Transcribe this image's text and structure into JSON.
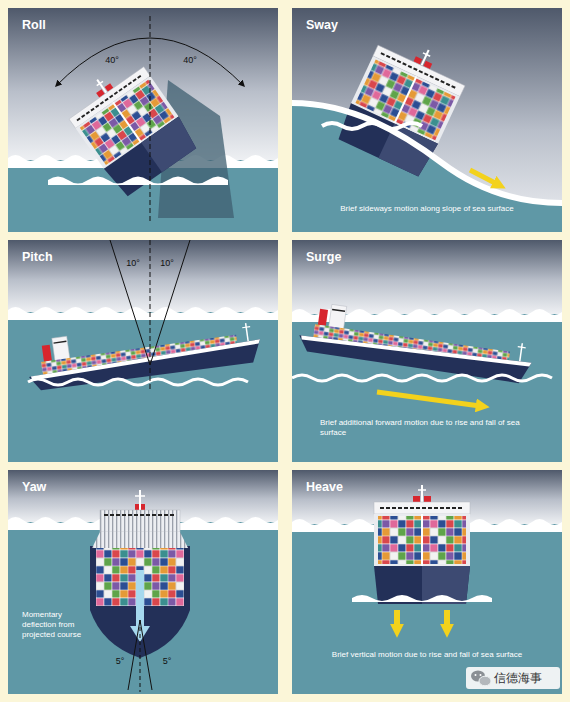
{
  "diagram": {
    "nodes": [
      {
        "text": [
          "Roll"
        ]
      },
      {
        "text": [
          "Sway",
          "Brief sideways motion along slope of sea surface"
        ]
      },
      {
        "text": [
          "Pitch"
        ]
      },
      {
        "text": [
          "Surge",
          "Brief additional forward motion due to rise and fall of sea surface"
        ]
      },
      {
        "text": [
          "Yaw",
          "Momentary deflection from projected course"
        ]
      },
      {
        "text": [
          "Heave",
          "Brief vertical motion due to rise and fall of sea surface"
        ]
      }
    ],
    "labels": [
      "40°",
      "40°",
      "10°",
      "10°",
      "5°",
      "5°",
      "信德海事"
    ]
  }
}
